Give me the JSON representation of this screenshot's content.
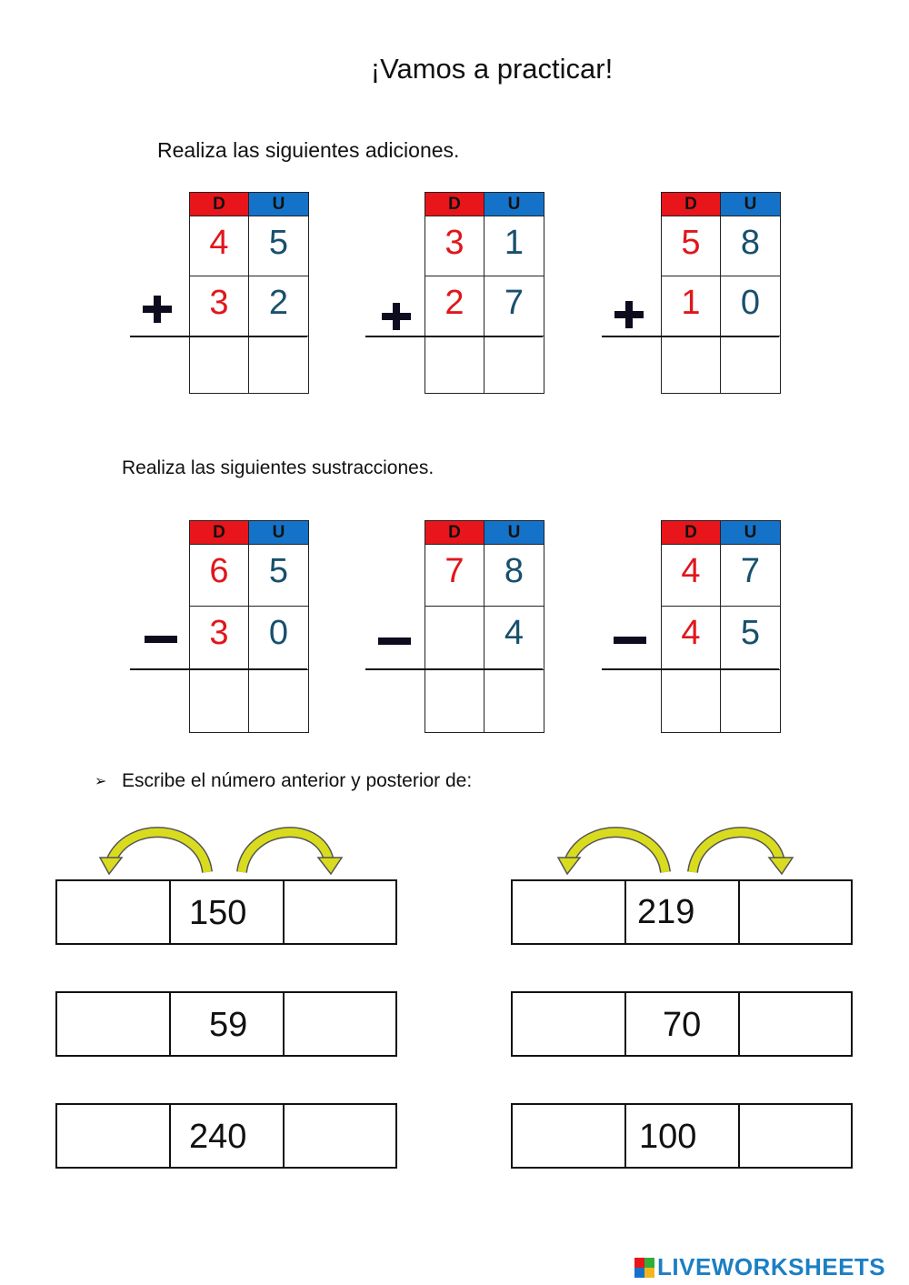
{
  "title": "¡Vamos a practicar!",
  "additions": {
    "instruction": "Realiza las siguientes adiciones.",
    "header_d": "D",
    "header_u": "U",
    "problems": [
      {
        "top_d": "4",
        "top_u": "5",
        "bottom_d": "3",
        "bottom_u": "2"
      },
      {
        "top_d": "3",
        "top_u": "1",
        "bottom_d": "2",
        "bottom_u": "7"
      },
      {
        "top_d": "5",
        "top_u": "8",
        "bottom_d": "1",
        "bottom_u": "0"
      }
    ]
  },
  "subtractions": {
    "instruction": "Realiza las siguientes sustracciones.",
    "header_d": "D",
    "header_u": "U",
    "problems": [
      {
        "top_d": "6",
        "top_u": "5",
        "bottom_d": "3",
        "bottom_u": "0"
      },
      {
        "top_d": "7",
        "top_u": "8",
        "bottom_d": "",
        "bottom_u": "4"
      },
      {
        "top_d": "4",
        "top_u": "7",
        "bottom_d": "4",
        "bottom_u": "5"
      }
    ]
  },
  "sequence": {
    "bullet": "➢",
    "instruction": "Escribe el número anterior y posterior de:",
    "numbers": [
      "150",
      "219",
      "59",
      "70",
      "240",
      "100"
    ]
  },
  "colors": {
    "tens": "#e0161c",
    "units": "#18506e",
    "header_tens": "#e8151b",
    "header_units": "#1473c9",
    "arrow": "#d9dc1e"
  },
  "logo": "LIVEWORKSHEETS"
}
